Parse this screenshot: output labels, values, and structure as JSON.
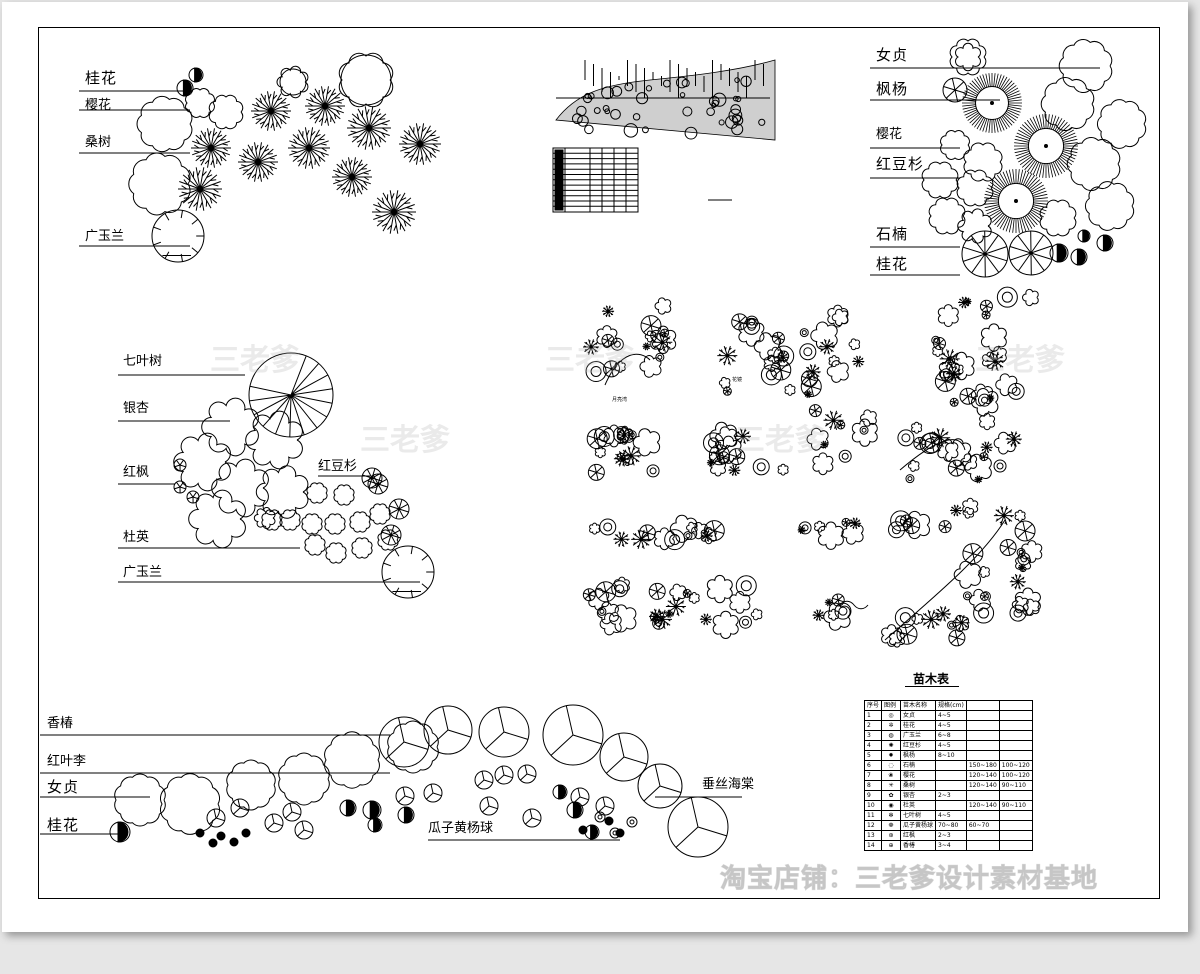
{
  "labels": {
    "g1_guihua": "桂花",
    "g1_yinghua": "樱花",
    "g1_sangshu": "桑树",
    "g1_guangyulan": "广玉兰",
    "g2_nvzhen": "女贞",
    "g2_fengyang": "枫杨",
    "g2_yinghua": "樱花",
    "g2_hongdoushan": "红豆杉",
    "g2_shinan": "石楠",
    "g2_guihua": "桂花",
    "g3_qiyeshu": "七叶树",
    "g3_yinxing": "银杏",
    "g3_hongfeng": "红枫",
    "g3_hongdoushan": "红豆杉",
    "g3_duying": "杜英",
    "g3_guangyulan": "广玉兰",
    "g4_xiangchun": "香椿",
    "g4_hongyeli": "红叶李",
    "g4_nvzhen": "女贞",
    "g4_guihua": "桂花",
    "g4_chuisihaitang": "垂丝海棠",
    "g4_guazihuangyangqiu": "瓜子黄杨球"
  },
  "watermark_text": "三老爹",
  "shop_watermark": "淘宝店铺：三老爹设计素材基地",
  "nursery_table": {
    "title": "苗木表",
    "headers": [
      "序号",
      "图例",
      "苗木名称",
      "规格(cm)",
      "",
      ""
    ],
    "rows": [
      {
        "no": "1",
        "name": "女贞",
        "a": "4~5",
        "b": "",
        "c": ""
      },
      {
        "no": "2",
        "name": "桂花",
        "a": "4~5",
        "b": "",
        "c": ""
      },
      {
        "no": "3",
        "name": "广玉兰",
        "a": "6~8",
        "b": "",
        "c": ""
      },
      {
        "no": "4",
        "name": "红豆杉",
        "a": "4~5",
        "b": "",
        "c": ""
      },
      {
        "no": "5",
        "name": "枫杨",
        "a": "8~10",
        "b": "",
        "c": ""
      },
      {
        "no": "6",
        "name": "石楠",
        "a": "",
        "b": "150~180",
        "c": "100~120"
      },
      {
        "no": "7",
        "name": "樱花",
        "a": "",
        "b": "120~140",
        "c": "100~120"
      },
      {
        "no": "8",
        "name": "桑树",
        "a": "",
        "b": "120~140",
        "c": "90~110"
      },
      {
        "no": "9",
        "name": "银杏",
        "a": "2~3",
        "b": "",
        "c": ""
      },
      {
        "no": "10",
        "name": "杜英",
        "a": "",
        "b": "120~140",
        "c": "90~110"
      },
      {
        "no": "11",
        "name": "七叶树",
        "a": "4~5",
        "b": "",
        "c": ""
      },
      {
        "no": "12",
        "name": "瓜子黄杨球",
        "a": "70~80",
        "b": "60~70",
        "c": ""
      },
      {
        "no": "13",
        "name": "红枫",
        "a": "2~3",
        "b": "",
        "c": ""
      },
      {
        "no": "14",
        "name": "香椿",
        "a": "3~4",
        "b": "",
        "c": ""
      }
    ]
  },
  "site_plan_caption": "月亮湾",
  "site_plan_caption2": "花镜"
}
